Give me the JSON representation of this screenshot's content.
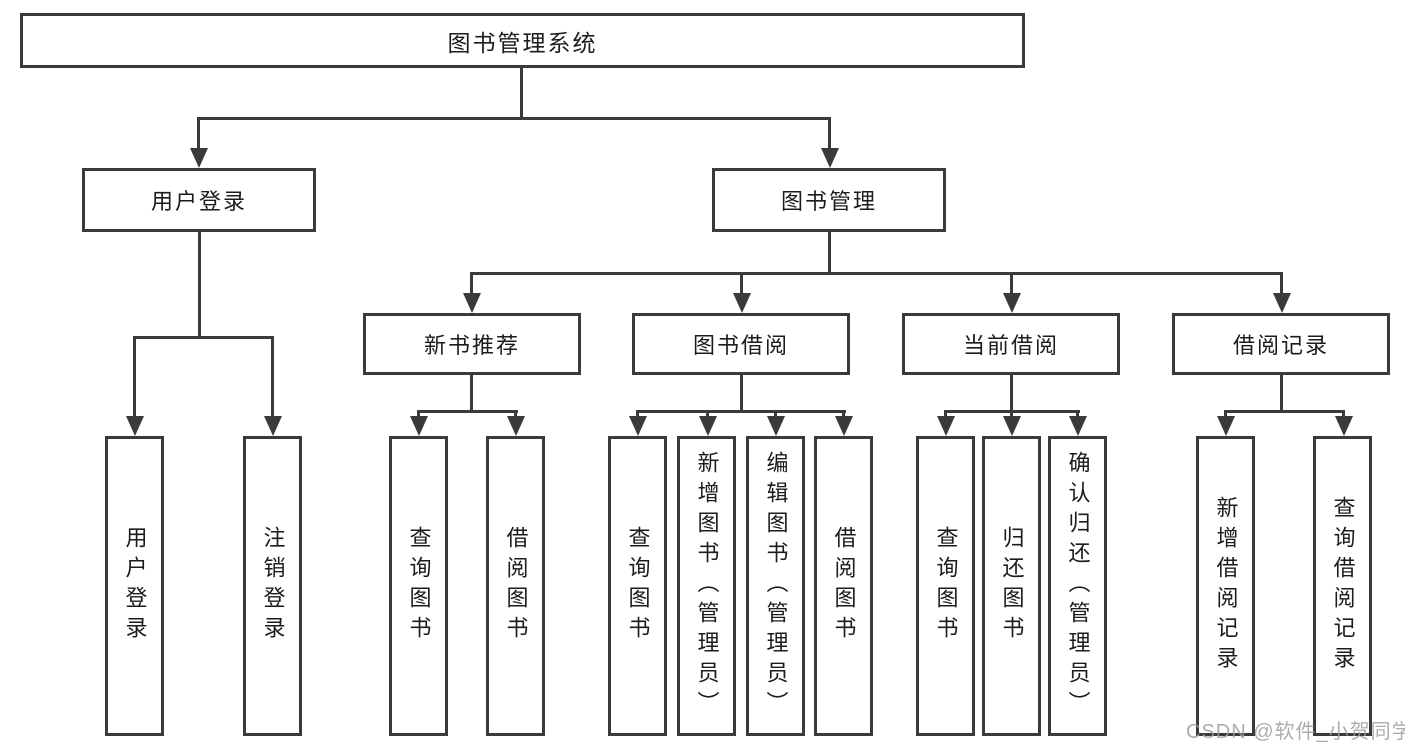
{
  "diagram": {
    "type": "hierarchy",
    "tree": {
      "label": "图书管理系统",
      "children": [
        {
          "label": "用户登录",
          "children": [
            {
              "label": "用户登录"
            },
            {
              "label": "注销登录"
            }
          ]
        },
        {
          "label": "图书管理",
          "children": [
            {
              "label": "新书推荐",
              "children": [
                {
                  "label": "查询图书"
                },
                {
                  "label": "借阅图书"
                }
              ]
            },
            {
              "label": "图书借阅",
              "children": [
                {
                  "label": "查询图书"
                },
                {
                  "label": "新增图书（管理员）"
                },
                {
                  "label": "编辑图书（管理员）"
                },
                {
                  "label": "借阅图书"
                }
              ]
            },
            {
              "label": "当前借阅",
              "children": [
                {
                  "label": "查询图书"
                },
                {
                  "label": "归还图书"
                },
                {
                  "label": "确认归还（管理员）"
                }
              ]
            },
            {
              "label": "借阅记录",
              "children": [
                {
                  "label": "新增借阅记录"
                },
                {
                  "label": "查询借阅记录"
                }
              ]
            }
          ]
        }
      ]
    },
    "colors": {
      "line": "#3a3a3a",
      "text": "#1c1c1c",
      "background": "#ffffff",
      "watermark": "#9e9e9e"
    }
  },
  "watermark": {
    "text": "CSDN @软件_小贺同学"
  }
}
